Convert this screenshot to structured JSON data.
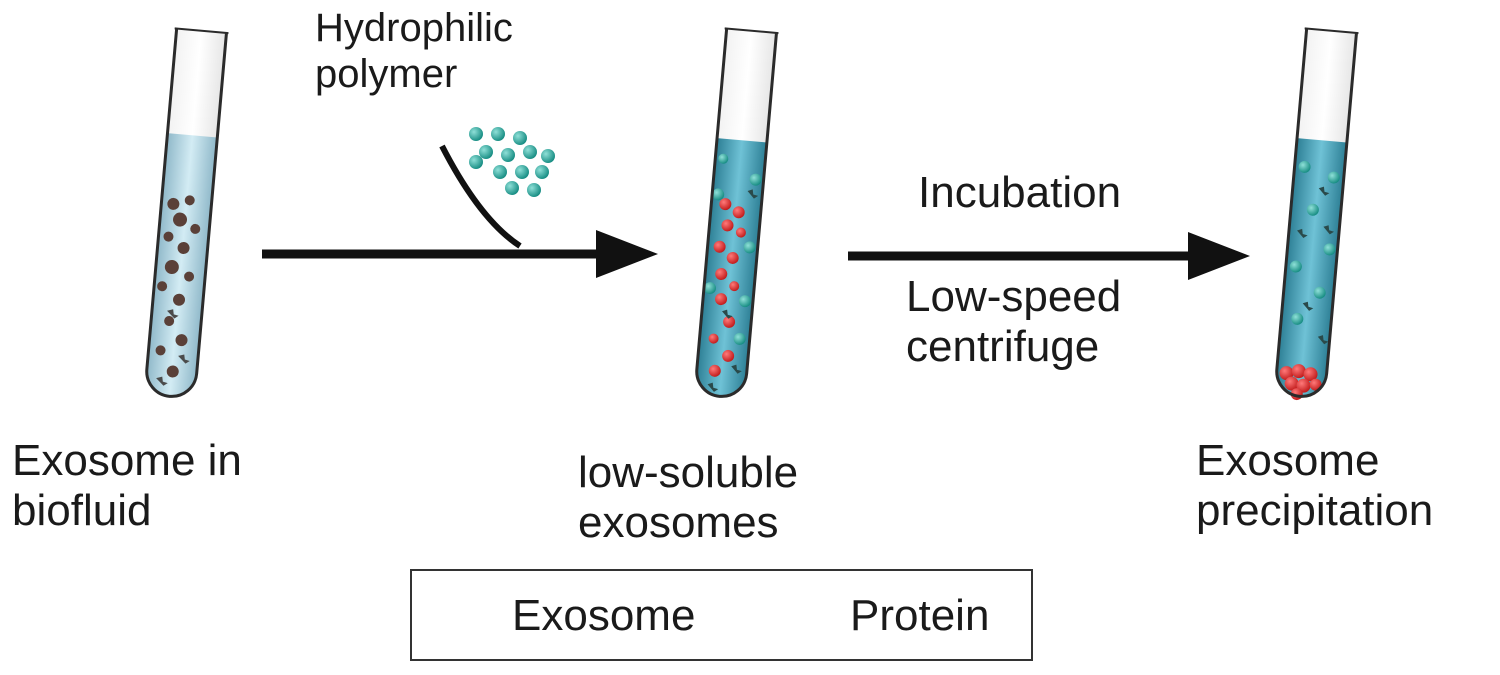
{
  "stages": [
    {
      "id": "biofluid",
      "label_lines": [
        "Exosome in",
        "biofluid"
      ]
    },
    {
      "id": "low-soluble",
      "label_lines": [
        "low-soluble",
        "exosomes"
      ]
    },
    {
      "id": "precipitation",
      "label_lines": [
        "Exosome",
        "precipitation"
      ]
    }
  ],
  "reagent": {
    "label_lines": [
      "Hydrophilic",
      "polymer"
    ]
  },
  "step2": {
    "top_label": "Incubation",
    "bottom_label_lines": [
      "Low-speed",
      "centrifuge"
    ]
  },
  "legend": {
    "exosome_label": "Exosome",
    "protein_label": "Protein"
  },
  "colors": {
    "exosome": "#d62828",
    "protein": "#1c8a8a",
    "polymer_bead": "#1aa39a",
    "biofluid_liquid": "#b9d9e6",
    "polymer_liquid": "#3f97ad",
    "dark_particle": "#5a4038",
    "arrow": "#111111"
  }
}
